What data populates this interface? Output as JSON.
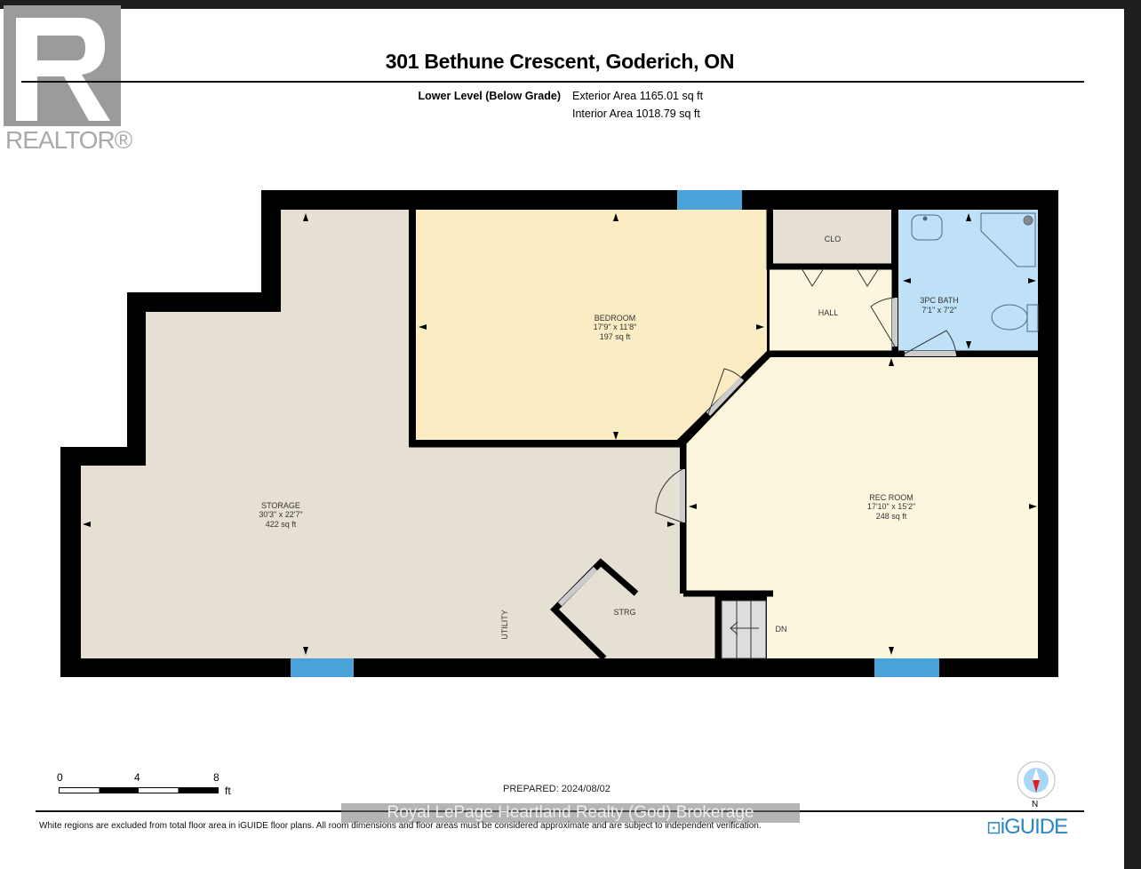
{
  "header": {
    "title": "301 Bethune Crescent, Goderich, ON",
    "level": "Lower Level (Below Grade)",
    "exterior_area": "Exterior Area 1165.01 sq ft",
    "interior_area": "Interior Area 1018.79 sq ft"
  },
  "logo": {
    "text": "REALTOR®"
  },
  "rooms": {
    "bedroom": {
      "name": "BEDROOM",
      "dims": "17'9\" x 11'8\"",
      "area": "197 sq ft"
    },
    "storage": {
      "name": "STORAGE",
      "dims": "30'3\" x 22'7\"",
      "area": "422 sq ft"
    },
    "rec": {
      "name": "REC ROOM",
      "dims": "17'10\" x 15'2\"",
      "area": "248 sq ft"
    },
    "bath": {
      "name": "3PC BATH",
      "dims": "7'1\" x 7'2\""
    },
    "clo": "CLO",
    "hall": "HALL",
    "strg": "STRG",
    "utility": "UTILITY",
    "dn": "DN"
  },
  "scale": {
    "ticks": [
      "0",
      "4",
      "8"
    ],
    "unit": "ft"
  },
  "prepared": "PREPARED: 2024/08/02",
  "watermark": "Royal LePage Heartland Realty (God) Brokerage",
  "disclaimer": "White regions are excluded from total floor area in iGUIDE floor plans. All room dimensions and floor areas must be considered approximate and are subject to independent verification.",
  "brand": "iGUIDE",
  "compass": "N",
  "colors": {
    "storage": "#e6dfd3",
    "bedroom": "#fbecc4",
    "rec": "#fdf6de",
    "bath": "#bfe1f8",
    "window": "#4aa3d8",
    "wall": "#000000"
  }
}
